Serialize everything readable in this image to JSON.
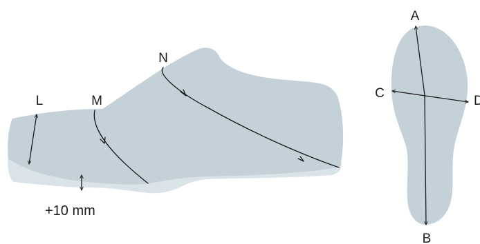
{
  "shoe": {
    "labels": {
      "L": "L",
      "M": "M",
      "N": "N"
    },
    "sole_note": "+10 mm"
  },
  "insole": {
    "labels": {
      "A": "A",
      "B": "B",
      "C": "C",
      "D": "D"
    }
  },
  "colors": {
    "upper": "#c4d1d9",
    "sole": "#dae3e8",
    "line": "#1a1a1a",
    "text": "#1d1d1d"
  }
}
